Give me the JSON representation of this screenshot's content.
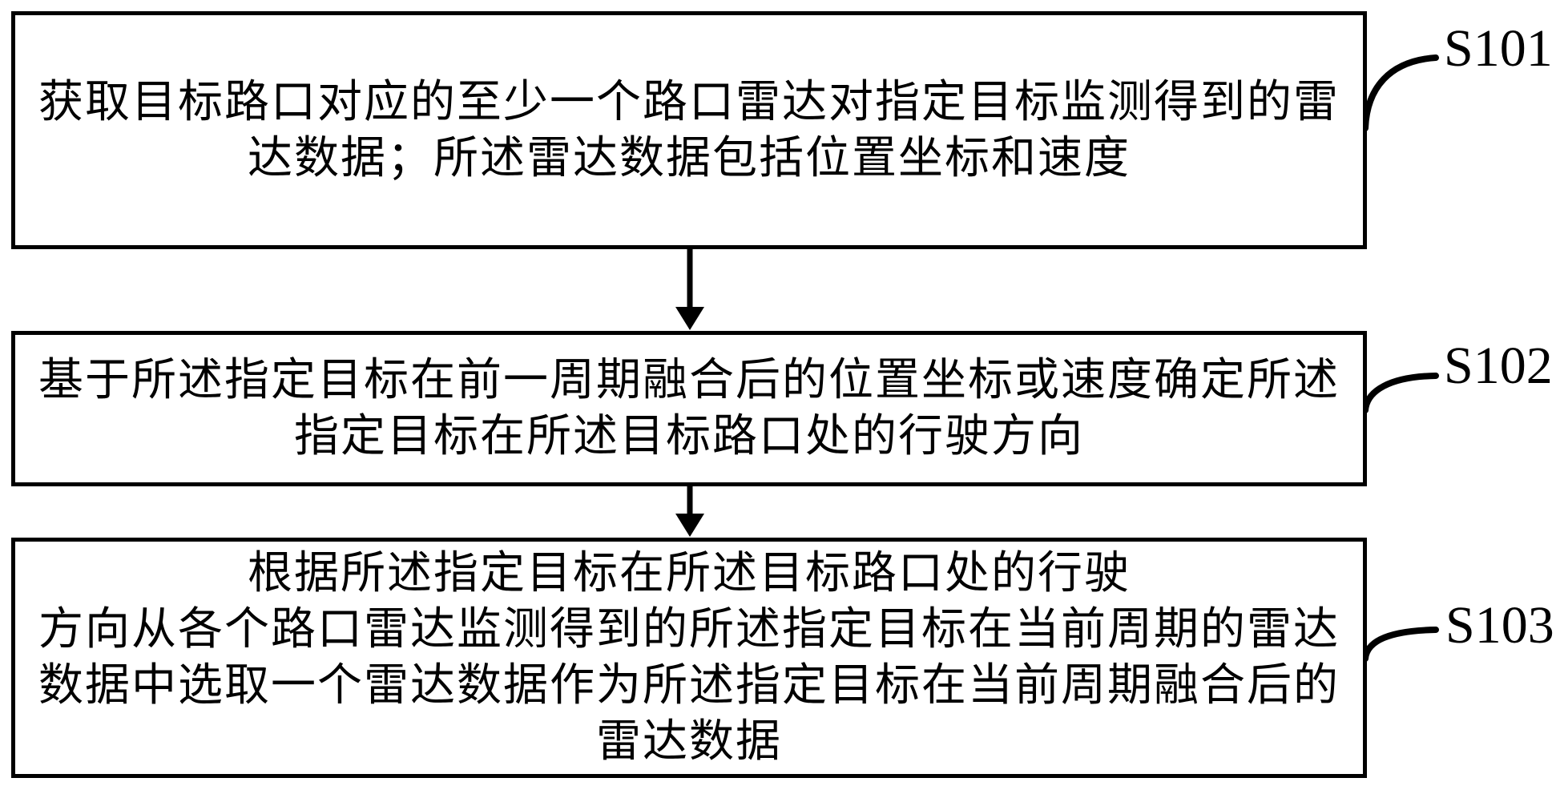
{
  "diagram": {
    "colors": {
      "background": "#ffffff",
      "line": "#000000",
      "text": "#000000"
    },
    "steps": [
      {
        "label": "S101",
        "lines": [
          "获取目标路口对应的至少一个路口雷达对指定目标监测得到的雷",
          "达数据；所述雷达数据包括位置坐标和速度"
        ]
      },
      {
        "label": "S102",
        "lines": [
          "基于所述指定目标在前一周期融合后的位置坐标或速度确定所述",
          "指定目标在所述目标路口处的行驶方向"
        ]
      },
      {
        "label": "S103",
        "lines": [
          "根据所述指定目标在所述目标路口处的行驶",
          "方向从各个路口雷达监测得到的所述指定目标在当前周期的雷达",
          "数据中选取一个雷达数据作为所述指定目标在当前周期融合后的",
          "雷达数据"
        ]
      }
    ]
  }
}
